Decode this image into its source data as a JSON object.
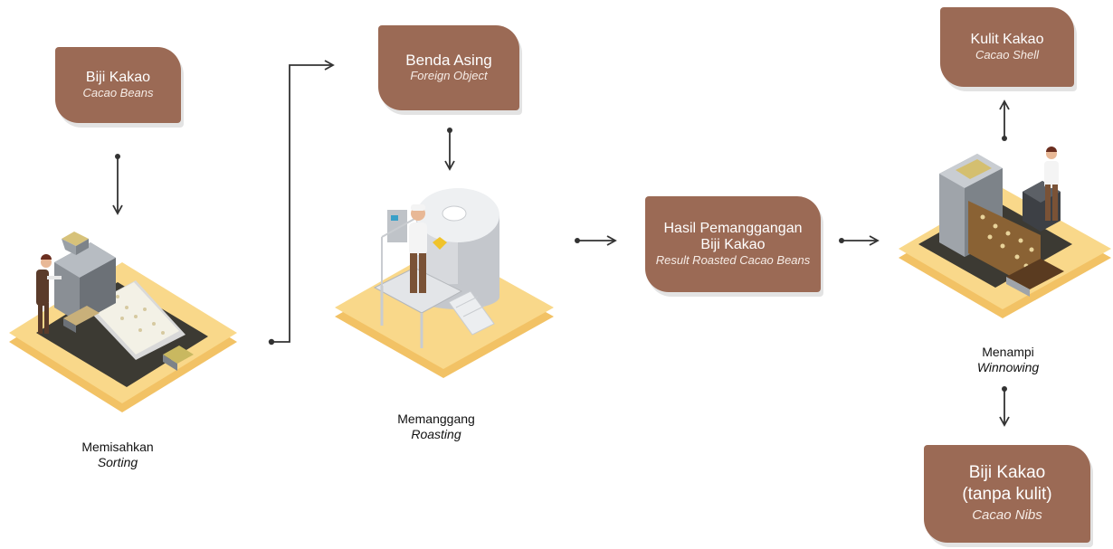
{
  "colors": {
    "box": "#9b6a55",
    "platform": "#f9d88a",
    "platform_side": "#f2c265",
    "arrow": "#333333"
  },
  "boxes": {
    "cacao_beans": {
      "title": "Biji Kakao",
      "subtitle": "Cacao Beans"
    },
    "foreign": {
      "title": "Benda Asing",
      "subtitle": "Foreign Object"
    },
    "roasted": {
      "title_line1": "Hasil Pemanggangan",
      "title_line2": "Biji Kakao",
      "subtitle": "Result Roasted Cacao Beans"
    },
    "shell": {
      "title": "Kulit Kakao",
      "subtitle": "Cacao Shell"
    },
    "nibs": {
      "title_line1": "Biji Kakao",
      "title_line2": "(tanpa kulit)",
      "subtitle": "Cacao Nibs"
    }
  },
  "steps": {
    "sorting": {
      "title": "Memisahkan",
      "subtitle": "Sorting"
    },
    "roasting": {
      "title": "Memanggang",
      "subtitle": "Roasting"
    },
    "winnowing": {
      "title": "Menampi",
      "subtitle": "Winnowing"
    }
  },
  "icons": {
    "sorting_scene": "sorting-machine-icon",
    "roasting_scene": "roaster-tank-icon",
    "winnowing_scene": "winnowing-machine-icon"
  }
}
